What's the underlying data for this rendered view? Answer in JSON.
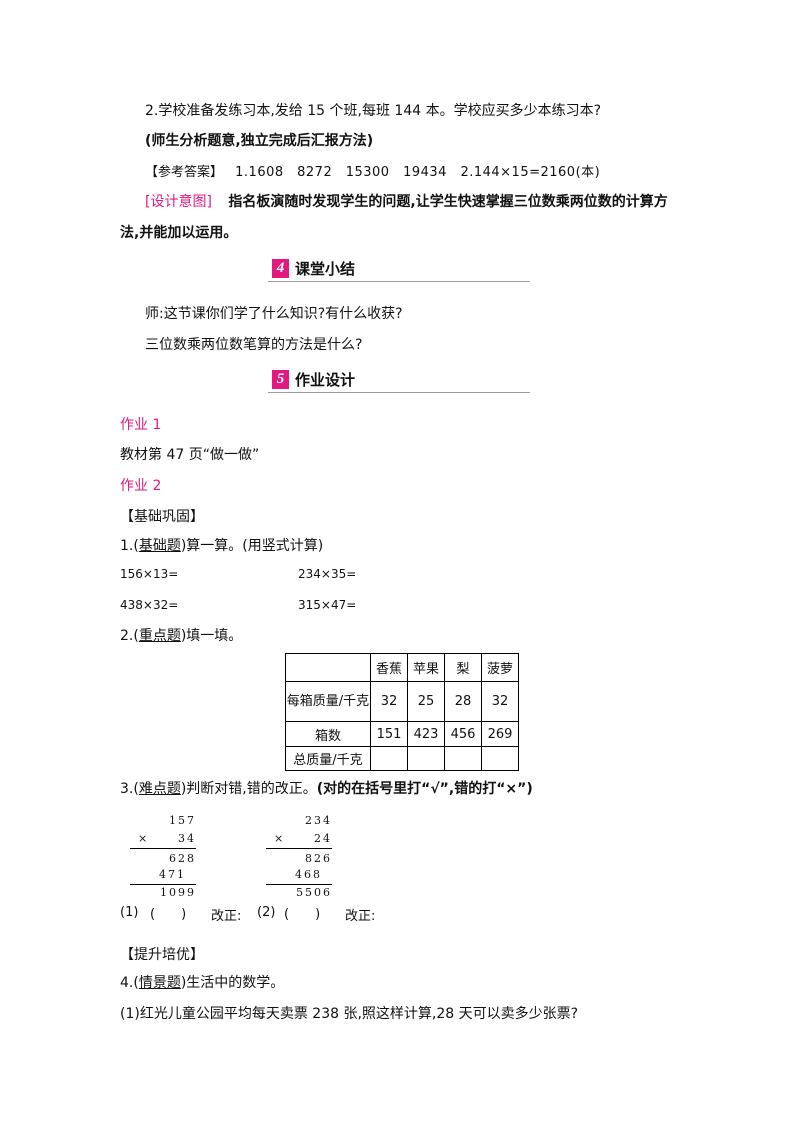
{
  "problem2": "2.学校准备发练习本,发给 15 个班,每班 144 本。学校应买多少本练习本?",
  "method_note": "(师生分析题意,独立完成后汇报方法)",
  "answer_label": "【参考答案】",
  "answers": "1.1608　8272　15300　19434　2.144×15=2160(本)",
  "design_label": "[设计意图]",
  "design_line1": "指名板演随时发现学生的问题,让学生快速掌握三位数乘两位数的计算方",
  "design_line2": "法,并能加以运用。",
  "section4": {
    "num": "4",
    "title": "课堂小结"
  },
  "summary_q1": "师:这节课你们学了什么知识?有什么收获?",
  "summary_q2": "三位数乘两位数笔算的方法是什么?",
  "section5": {
    "num": "5",
    "title": "作业设计"
  },
  "hw1_label": "作业 1",
  "hw1_text": "教材第 47 页“做一做”",
  "hw2_label": "作业 2",
  "basic_head": "【基础巩固】",
  "q1_prefix": "1.(",
  "q1_tag": "基础题",
  "q1_rest": ")算一算。(用竖式计算)",
  "exprs": [
    "156×13=",
    "234×35=",
    "438×32=",
    "315×47="
  ],
  "q2_prefix": "2.(",
  "q2_tag": "重点题",
  "q2_rest": ")填一填。",
  "table": {
    "headers": [
      "",
      "香蕉",
      "苹果",
      "梨",
      "菠萝"
    ],
    "rows": [
      [
        "每箱质量/千克",
        "32",
        "25",
        "28",
        "32"
      ],
      [
        "箱数",
        "151",
        "423",
        "456",
        "269"
      ],
      [
        "总质量/千克",
        "",
        "",
        "",
        ""
      ]
    ]
  },
  "q3_prefix": "3.(",
  "q3_tag": "难点题",
  "q3_rest": ")判断对错,错的改正。",
  "q3_bold": "(对的在括号里打“√”,错的打“×”)",
  "calc1": {
    "a": "157",
    "op": "×",
    "b": "34",
    "p1": "628",
    "p2": "471",
    "total": "1099"
  },
  "calc2": {
    "a": "234",
    "op": "×",
    "b": "24",
    "p1": "826",
    "p2": "468",
    "total": "5506"
  },
  "judge1": {
    "num": "(1)",
    "paren": "(　　)",
    "fix": "改正:"
  },
  "judge2": {
    "num": "(2)",
    "paren": "(　　)",
    "fix": "改正:"
  },
  "advance_head": "【提升培优】",
  "q4_prefix": "4.(",
  "q4_tag": "情景题",
  "q4_rest": ")生活中的数学。",
  "q4_sub1": "(1)红光儿童公园平均每天卖票 238 张,照这样计算,28 天可以卖多少张票?"
}
